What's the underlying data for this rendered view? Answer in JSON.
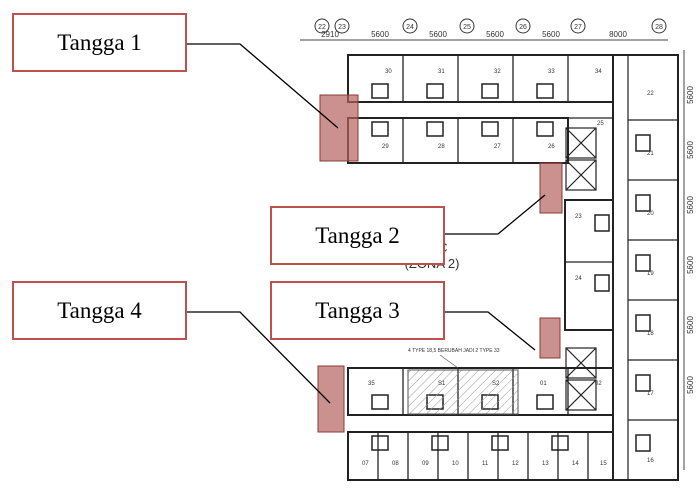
{
  "callouts": {
    "tangga1": "Tangga 1",
    "tangga2": "Tangga 2",
    "tangga3": "Tangga 3",
    "tangga4": "Tangga 4"
  },
  "tower_label": {
    "line1": "ER C",
    "line2": "(ZONA 2)"
  },
  "note_label": "4 TYPE 18,5 BERUBAH JADI 2 TYPE 33",
  "grid_bubbles": [
    "22",
    "23",
    "24",
    "25",
    "26",
    "27",
    "28"
  ],
  "top_dimensions": [
    "2910",
    "5600",
    "5600",
    "5600",
    "5600",
    "8000"
  ],
  "right_dimensions": [
    "5600",
    "5600",
    "5600",
    "5600",
    "5600",
    "5600"
  ],
  "units_top_row": [
    "30",
    "31",
    "32",
    "33",
    "34"
  ],
  "units_top_row_lower": [
    "29",
    "28",
    "27",
    "26",
    "25"
  ],
  "units_right_col": [
    "22",
    "21",
    "20",
    "19",
    "18",
    "17",
    "16"
  ],
  "units_inner_col": [
    "23",
    "24"
  ],
  "units_bottom_row_upper": [
    "35",
    "S1",
    "S2",
    "01",
    "02"
  ],
  "units_bottom_row_lower": [
    "07",
    "08",
    "09",
    "10",
    "11",
    "12",
    "13",
    "14",
    "15"
  ],
  "colors": {
    "stair_fill": "#b5625e",
    "callout_border": "#c0504d",
    "wall": "#222222"
  }
}
